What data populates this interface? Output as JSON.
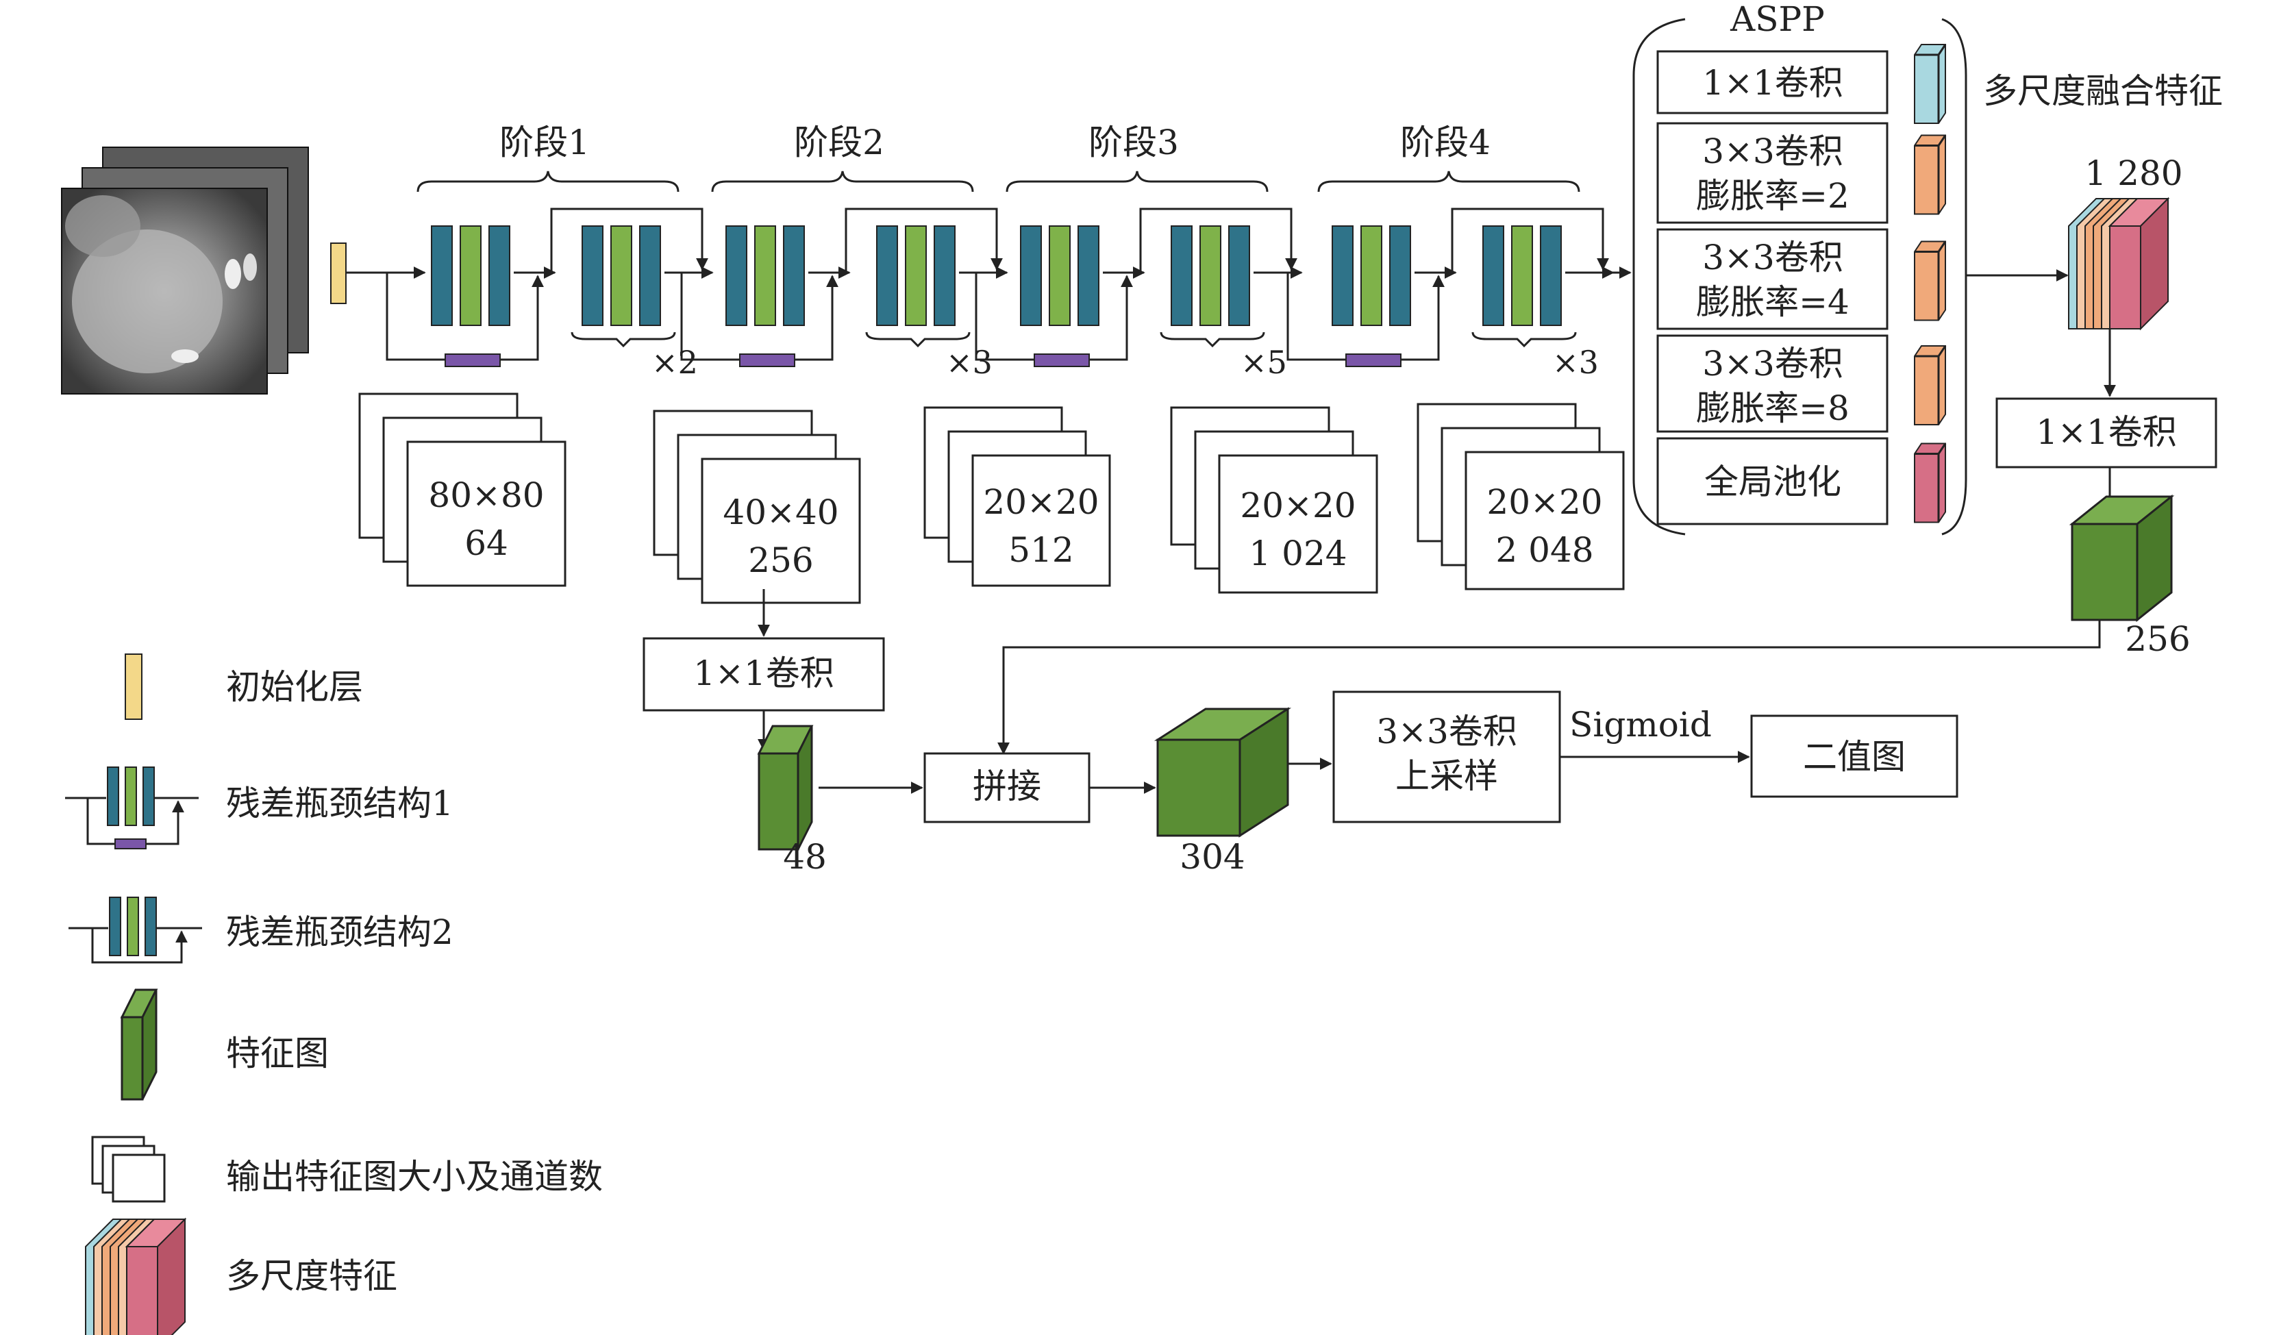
{
  "stages": [
    {
      "label": "阶段1",
      "repeat": "×2",
      "out_size": "80×80",
      "out_ch": "64"
    },
    {
      "label": "阶段2",
      "repeat": "×3",
      "out_size": "40×40",
      "out_ch": "256"
    },
    {
      "label": "阶段3",
      "repeat": "×5",
      "out_size": "20×20",
      "out_ch": "512"
    },
    {
      "label": "阶段4",
      "repeat": "×3",
      "out_size": "20×20",
      "out_ch": "1 024"
    }
  ],
  "stage4_out": {
    "size": "20×20",
    "ch": "2 048"
  },
  "aspp": {
    "title": "ASPP",
    "items": [
      {
        "line1": "1×1卷积",
        "line2": "",
        "color": "#a9d8e0"
      },
      {
        "line1": "3×3卷积",
        "line2": "膨胀率=2",
        "color": "#f0a97a"
      },
      {
        "line1": "3×3卷积",
        "line2": "膨胀率=4",
        "color": "#f0a97a"
      },
      {
        "line1": "3×3卷积",
        "line2": "膨胀率=8",
        "color": "#f0a97a"
      },
      {
        "line1": "全局池化",
        "line2": "",
        "color": "#d66f86"
      }
    ],
    "fusion_label": "多尺度融合特征"
  },
  "multi_scale_ch": "1 280",
  "conv1x1_right": "1×1卷积",
  "fm_256": "256",
  "conv1x1_left": "1×1卷积",
  "fm_48": "48",
  "concat": "拼接",
  "fm_304": "304",
  "upsample": {
    "line1": "3×3卷积",
    "line2": "上采样"
  },
  "sigmoid": "Sigmoid",
  "binary": "二值图",
  "legend": {
    "init_layer": "初始化层",
    "res_block1": "残差瓶颈结构1",
    "res_block2": "残差瓶颈结构2",
    "feature_map": "特征图",
    "output_size": "输出特征图大小及通道数",
    "multi_scale": "多尺度特征"
  },
  "colors": {
    "init": "#f3d889",
    "conv_blue": "#2f7389",
    "conv_green": "#7fb24a",
    "shortcut": "#7a56a8",
    "feature_green": "#5a8e34",
    "ct_gray": "#888888"
  }
}
